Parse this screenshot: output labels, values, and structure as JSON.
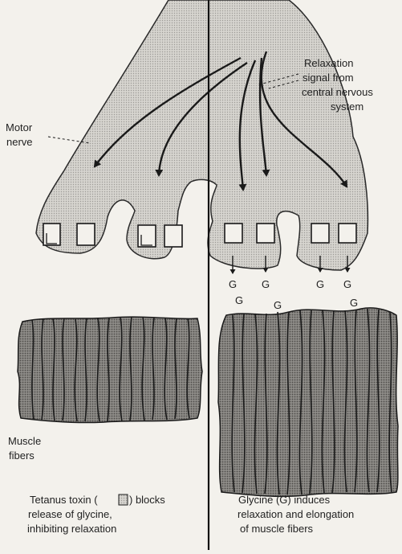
{
  "labels": {
    "relaxation_line1": "Relaxation",
    "relaxation_line2": "signal from",
    "relaxation_line3": "central nervous",
    "relaxation_line4": "system",
    "motor_line1": "Motor",
    "motor_line2": "nerve",
    "muscle_line1": "Muscle",
    "muscle_line2": "fibers",
    "caption_left_line1_a": "Tetanus toxin (",
    "caption_left_line1_b": ") blocks",
    "caption_left_line2": "release of glycine,",
    "caption_left_line3": "inhibiting relaxation",
    "caption_right_line1": "Glycine (G) induces",
    "caption_right_line2": "relaxation and elongation",
    "caption_right_line3": "of muscle fibers"
  },
  "glycine_symbol": "G",
  "colors": {
    "nerve_fill": "#d2d0cb",
    "muscle_fill": "#8d8b87",
    "ink": "#1a1a1a",
    "background": "#f3f1ec"
  }
}
